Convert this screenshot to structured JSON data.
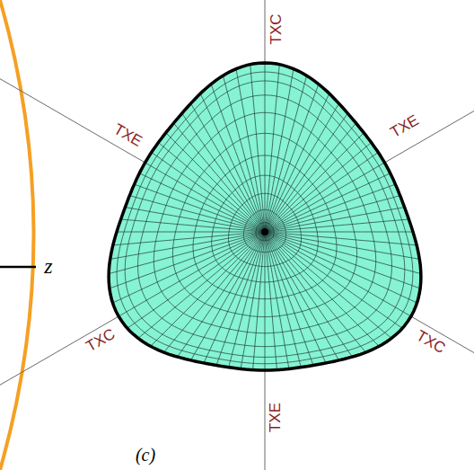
{
  "diagram": {
    "labels": [
      "TXC",
      "TXE",
      "TXE",
      "TXC",
      "TXC",
      "TXE",
      "z",
      "(c)"
    ]
  }
}
